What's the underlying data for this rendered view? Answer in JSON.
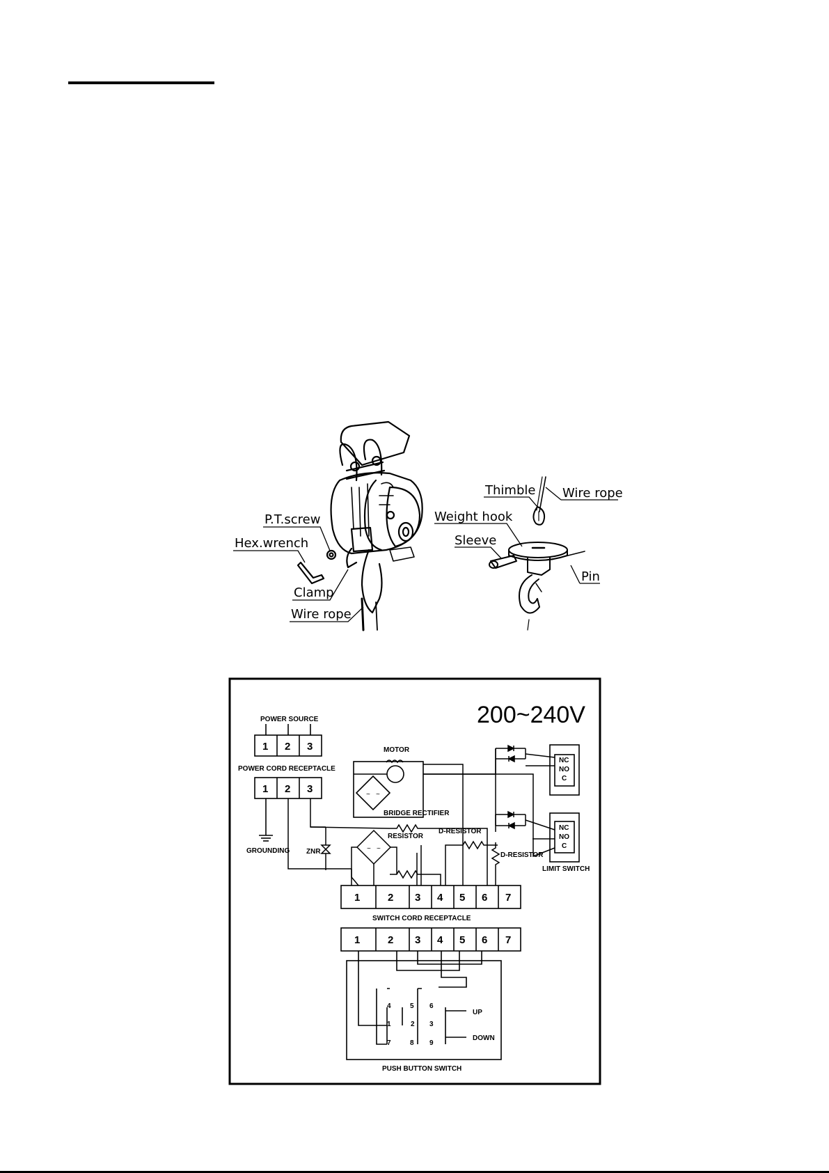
{
  "assembly": {
    "labels": {
      "pt_screw": "P.T.screw",
      "hex_wrench": "Hex.wrench",
      "clamp": "Clamp",
      "wire_rope_left": "Wire rope",
      "thimble": "Thimble",
      "wire_rope_right": "Wire rope",
      "weight_hook": "Weight hook",
      "sleeve": "Sleeve",
      "pin": "Pin"
    }
  },
  "wiring": {
    "voltage": "200~240V",
    "power_source": "POWER SOURCE",
    "power_cord_receptacle": "POWER CORD RECEPTACLE",
    "grounding": "GROUNDING",
    "znr": "ZNR",
    "motor": "MOTOR",
    "bridge_rectifier": "BRIDGE RECTIFIER",
    "resistor": "RESISTOR",
    "d_resistor_1": "D-RESISTOR",
    "d_resistor_2": "D-RESISTOR",
    "limit_switch": "LIMIT SWITCH",
    "switch_cord_receptacle": "SWITCH CORD RECEPTACLE",
    "push_button_switch": "PUSH BUTTON SWITCH",
    "up": "UP",
    "down": "DOWN",
    "power_source_terminals": [
      "1",
      "2",
      "3"
    ],
    "power_cord_terminals": [
      "1",
      "2",
      "3"
    ],
    "switch_cord_terminals": [
      "1",
      "2",
      "3",
      "4",
      "5",
      "6",
      "7"
    ],
    "push_button_terminals": [
      "1",
      "2",
      "3",
      "4",
      "5",
      "6",
      "7"
    ],
    "limit_switch_top": [
      "NC",
      "NO",
      "C"
    ],
    "limit_switch_bottom": [
      "NC",
      "NO",
      "C"
    ],
    "contact_numbers": [
      "4",
      "5",
      "6",
      "1",
      "2",
      "3",
      "7",
      "8",
      "9"
    ]
  }
}
